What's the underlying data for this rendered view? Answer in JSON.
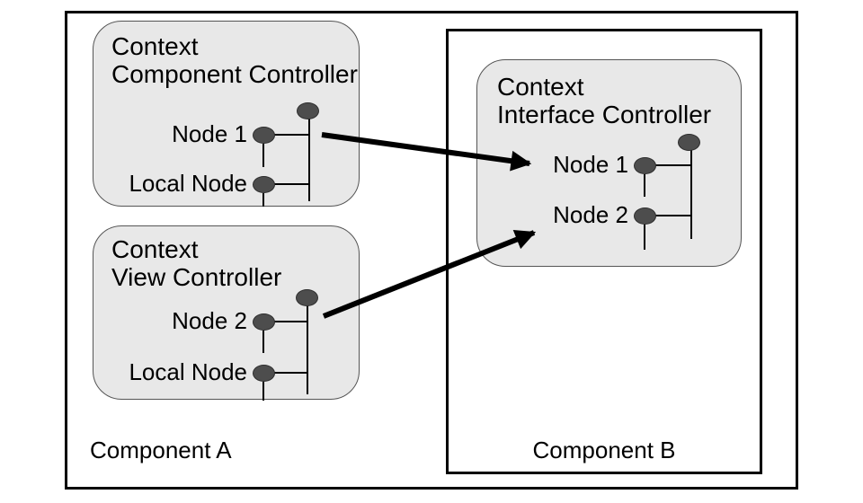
{
  "diagram": {
    "component_a": {
      "label": "Component A",
      "controllers": [
        {
          "title_line1": "Context",
          "title_line2": "Component Controller",
          "node1": "Node 1",
          "node2": "Local Node"
        },
        {
          "title_line1": "Context",
          "title_line2": "View Controller",
          "node1": "Node 2",
          "node2": "Local Node"
        }
      ]
    },
    "component_b": {
      "label": "Component B",
      "controllers": [
        {
          "title_line1": "Context",
          "title_line2": "Interface Controller",
          "node1": "Node 1",
          "node2": "Node 2"
        }
      ]
    },
    "colors": {
      "canvas_background": "#ffffff",
      "frame_border": "#000000",
      "controller_fill": "#e8e8e8",
      "controller_border": "#555555",
      "node_dot_fill": "#4d4d4d",
      "tree_line": "#000000",
      "arrow": "#000000",
      "text": "#000000"
    }
  }
}
